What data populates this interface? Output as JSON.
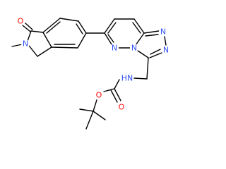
{
  "structure": {
    "atoms": {
      "carbonyl_oxygen": {
        "label": "O",
        "color": "#ff0d0d"
      },
      "lactam_nitrogen": {
        "label": "N",
        "color": "#3050f8"
      },
      "pyridazine_n1": {
        "label": "N",
        "color": "#3050f8"
      },
      "bridge_nitrogen": {
        "label": "N",
        "color": "#3050f8"
      },
      "triazole_n1": {
        "label": "N",
        "color": "#3050f8"
      },
      "triazole_n2": {
        "label": "N",
        "color": "#3050f8"
      },
      "carbamate_nh": {
        "label": "HN",
        "color": "#3050f8"
      },
      "carbamate_o_ester": {
        "label": "O",
        "color": "#ff0d0d"
      },
      "carbamate_o_carbonyl": {
        "label": "O",
        "color": "#ff0d0d"
      }
    },
    "bond_color": "#000000"
  }
}
